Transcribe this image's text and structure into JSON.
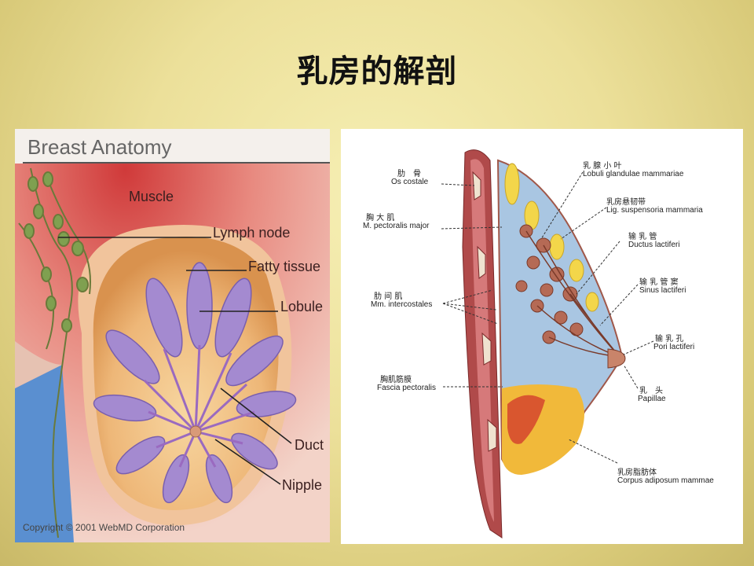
{
  "slide": {
    "title": "乳房的解剖"
  },
  "left_figure": {
    "heading": "Breast Anatomy",
    "labels": {
      "muscle": "Muscle",
      "lymph_node": "Lymph node",
      "fatty_tissue": "Fatty tissue",
      "lobule": "Lobule",
      "duct": "Duct",
      "nipple": "Nipple"
    },
    "copyright": "Copyright © 2001 WebMD Corporation"
  },
  "right_figure": {
    "labels": {
      "rib_cn": "肋　骨",
      "rib_la": "Os costale",
      "pect_cn": "胸 大 肌",
      "pect_la": "M. pectoralis major",
      "intercostal_cn": "肋 间 肌",
      "intercostal_la": "Mm. intercostales",
      "fascia_cn": "胸肌筋膜",
      "fascia_la": "Fascia pectoralis",
      "lobuli_cn": "乳 腺 小 叶",
      "lobuli_la": "Lobuli glandulae mammariae",
      "lig_cn": "乳房悬韧带",
      "lig_la": "Lig. suspensoria mammaria",
      "ductus_cn": "输 乳 管",
      "ductus_la": "Ductus lactiferi",
      "sinus_cn": "输 乳 管 窦",
      "sinus_la": "Sinus lactiferi",
      "pori_cn": "输 乳 孔",
      "pori_la": "Pori lactiferi",
      "papilla_cn": "乳　头",
      "papilla_la": "Papillae",
      "corpus_cn": "乳房脂肪体",
      "corpus_la": "Corpus adiposum mammae"
    }
  }
}
